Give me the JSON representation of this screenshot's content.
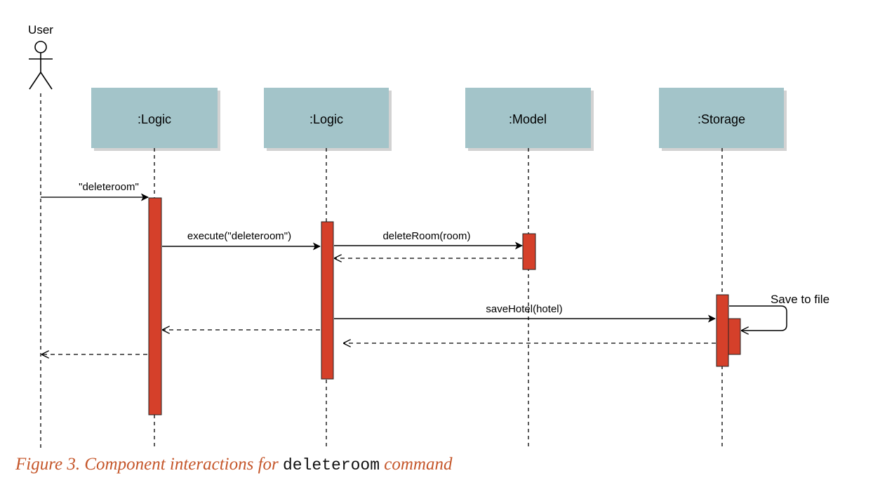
{
  "diagram": {
    "actor": {
      "label": "User"
    },
    "participants": [
      {
        "id": "p1",
        "label": ":Logic"
      },
      {
        "id": "p2",
        "label": ":Logic"
      },
      {
        "id": "p3",
        "label": ":Model"
      },
      {
        "id": "p4",
        "label": ":Storage"
      }
    ],
    "messages": [
      {
        "label": "\"deleteroom\"",
        "from": "User",
        "to": ":Logic",
        "kind": "call"
      },
      {
        "label": "execute(\"deleteroom\")",
        "from": ":Logic",
        "to": ":Logic",
        "kind": "call"
      },
      {
        "label": "deleteRoom(room)",
        "from": ":Logic",
        "to": ":Model",
        "kind": "call"
      },
      {
        "label": "",
        "from": ":Model",
        "to": ":Logic",
        "kind": "return"
      },
      {
        "label": "saveHotel(hotel)",
        "from": ":Logic",
        "to": ":Storage",
        "kind": "call"
      },
      {
        "label": "Save to file",
        "from": ":Storage",
        "to": ":Storage",
        "kind": "self"
      },
      {
        "label": "",
        "from": ":Storage",
        "to": ":Logic",
        "kind": "return"
      },
      {
        "label": "",
        "from": ":Logic",
        "to": ":Logic",
        "kind": "return"
      },
      {
        "label": "",
        "from": ":Logic",
        "to": "User",
        "kind": "return"
      }
    ],
    "colors": {
      "participant_fill": "#a3c4c9",
      "participant_shadow": "#d2d2d2",
      "activation_fill": "#d5402a",
      "line": "#000000",
      "caption": "#c5562a"
    }
  },
  "caption": {
    "prefix": "Figure 3. Component interactions for",
    "code": "deleteroom",
    "suffix": "command"
  }
}
